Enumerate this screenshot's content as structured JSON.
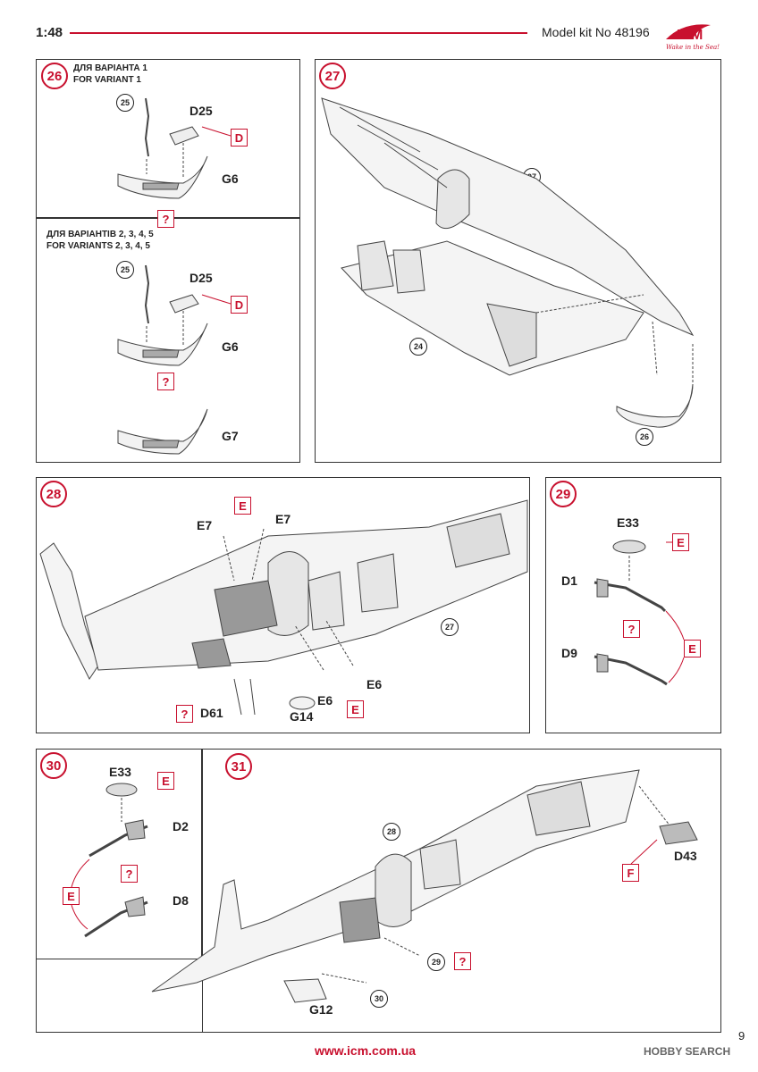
{
  "header": {
    "scale": "1:48",
    "kit": "Model kit No 48196",
    "brand": "ICM",
    "tagline": "Wake in the Sea!"
  },
  "steps": {
    "s26": {
      "num": "26",
      "variant1": {
        "uk": "ДЛЯ ВАРІАНТА 1",
        "en": "FOR VARIANT 1"
      },
      "variant2": {
        "uk": "ДЛЯ ВАРІАНТІВ 2, 3, 4, 5",
        "en": "FOR VARIANTS 2, 3, 4, 5"
      },
      "ref25a": "25",
      "ref25b": "25",
      "d25a": "D25",
      "d25b": "D25",
      "g6a": "G6",
      "g6b": "G6",
      "g7": "G7",
      "boxD": "D",
      "boxQ": "?"
    },
    "s27": {
      "num": "27",
      "ref07": "07",
      "ref24": "24",
      "ref26": "26"
    },
    "s28": {
      "num": "28",
      "e7a": "E7",
      "e7b": "E7",
      "e6a": "E6",
      "e6b": "E6",
      "boxE": "E",
      "d61": "D61",
      "g14": "G14",
      "ref27": "27",
      "boxQ": "?"
    },
    "s29": {
      "num": "29",
      "e33": "E33",
      "d1": "D1",
      "d9": "D9",
      "boxE": "E",
      "boxQ": "?"
    },
    "s30": {
      "num": "30",
      "e33": "E33",
      "d2": "D2",
      "d8": "D8",
      "boxE": "E",
      "boxQ": "?"
    },
    "s31": {
      "num": "31",
      "ref28": "28",
      "ref29": "29",
      "ref30": "30",
      "d43": "D43",
      "g12": "G12",
      "boxF": "F",
      "boxQ": "?"
    }
  },
  "footer": {
    "url": "www.icm.com.ua",
    "page": "9",
    "watermark": "HOBBY SEARCH"
  }
}
